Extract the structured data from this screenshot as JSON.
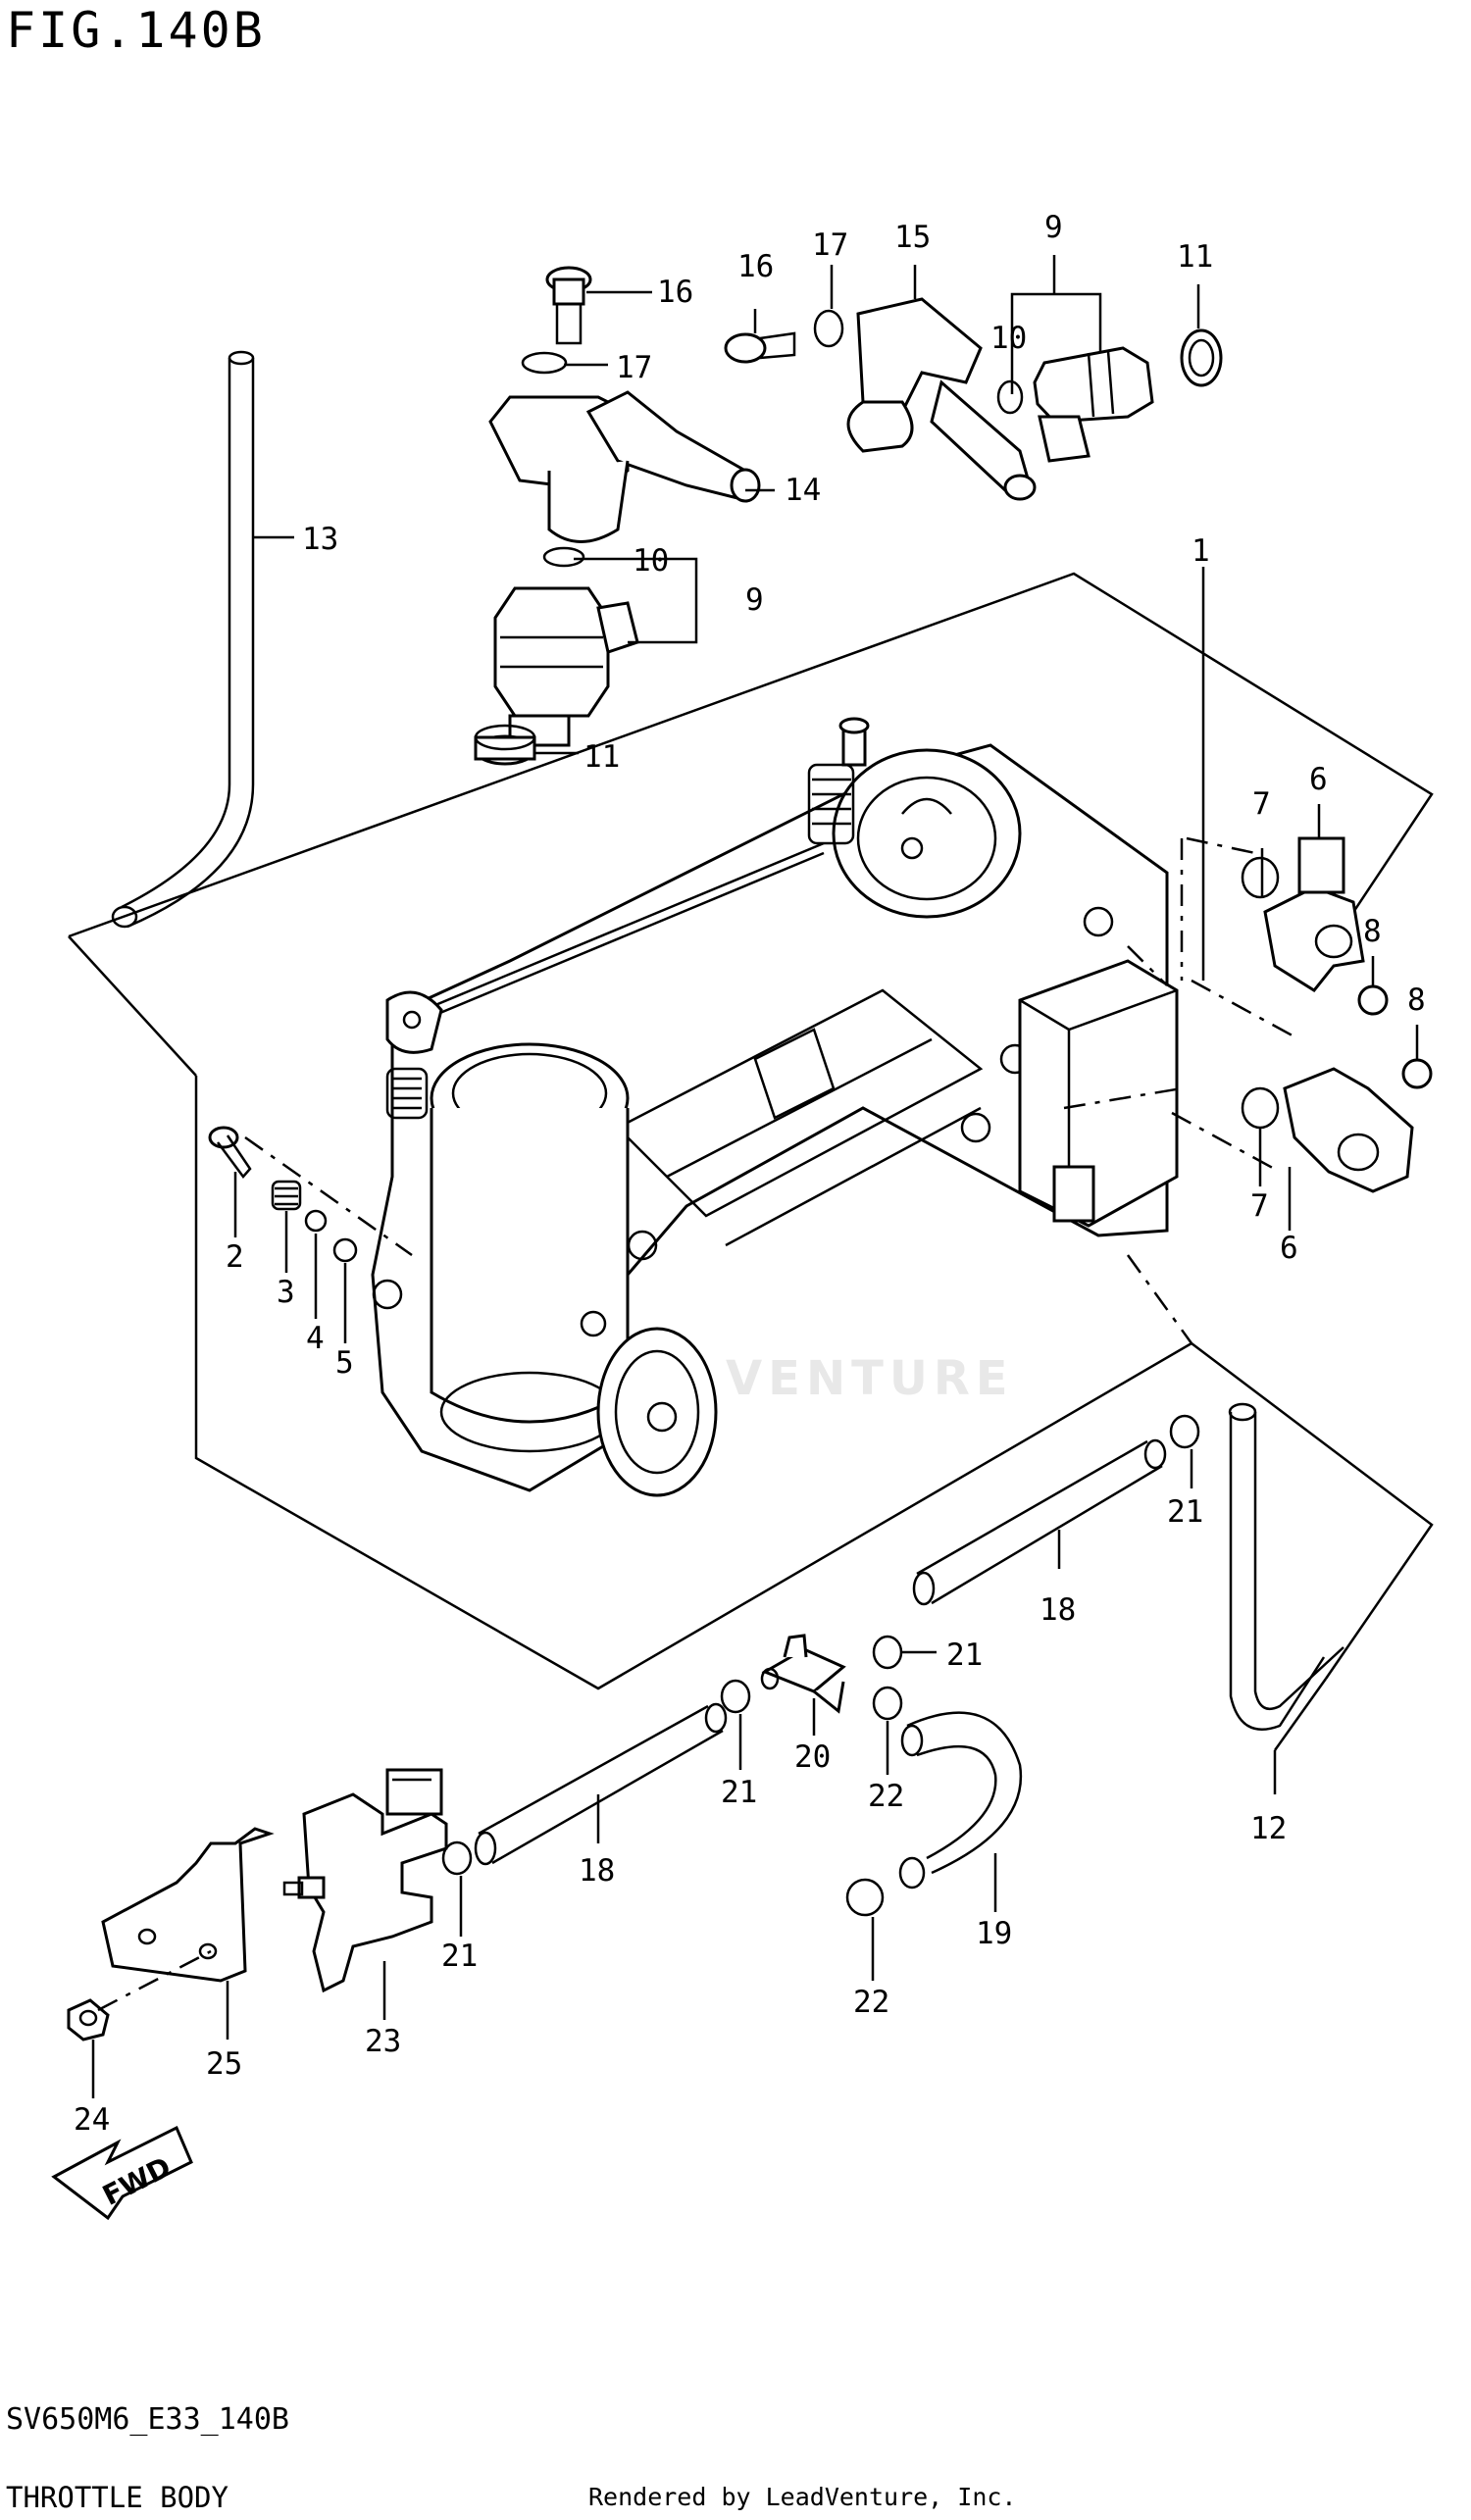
{
  "header": {
    "figure_title": "FIG.140B",
    "model_code": "SV650M6_E33_140B",
    "section_name": "THROTTLE BODY",
    "rendered_by": "Rendered by LeadVenture, Inc.",
    "watermark": "VENTURE"
  },
  "diagram": {
    "fwd_label": "FWD",
    "callouts": {
      "c1": "1",
      "c2": "2",
      "c3": "3",
      "c4": "4",
      "c5": "5",
      "c6a": "6",
      "c6b": "6",
      "c7a": "7",
      "c7b": "7",
      "c8a": "8",
      "c8b": "8",
      "c9a": "9",
      "c9b": "9",
      "c10a": "10",
      "c10b": "10",
      "c11a": "11",
      "c11b": "11",
      "c12": "12",
      "c13": "13",
      "c14": "14",
      "c15": "15",
      "c16a": "16",
      "c16b": "16",
      "c17a": "17",
      "c17b": "17",
      "c18a": "18",
      "c18b": "18",
      "c19": "19",
      "c20": "20",
      "c21a": "21",
      "c21b": "21",
      "c21c": "21",
      "c21d": "21",
      "c22a": "22",
      "c22b": "22",
      "c23": "23",
      "c24": "24",
      "c25": "25"
    }
  }
}
